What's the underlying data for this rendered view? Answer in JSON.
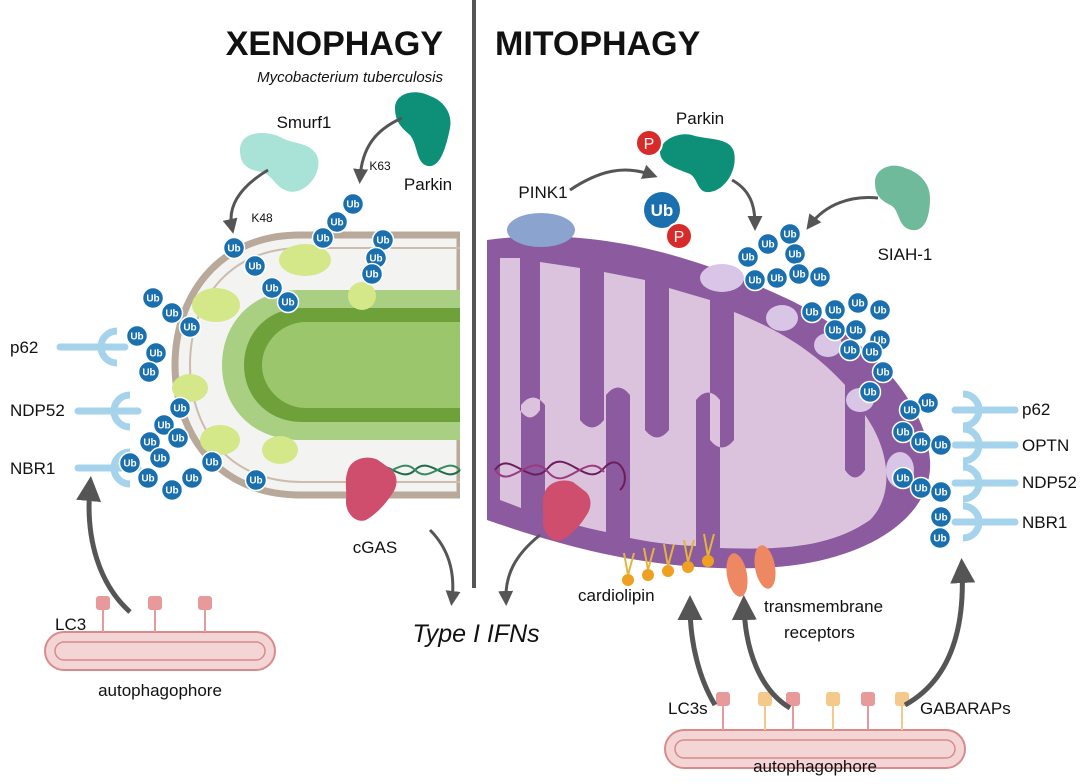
{
  "labels": {
    "xenophagy": "XENOPHAGY",
    "mycobacterium": "Mycobacterium tuberculosis",
    "mitophagy": "MITOPHAGY",
    "smurf1": "Smurf1",
    "parkin_left": "Parkin",
    "k48": "K48",
    "k63": "K63",
    "p62_left": "p62",
    "ndp52_left": "NDP52",
    "nbr1_left": "NBR1",
    "cgas": "cGAS",
    "lc3_left": "LC3",
    "autophagophore_left": "autophagophore",
    "type1_ifns": "Type I IFNs",
    "pink1": "PINK1",
    "parkin_right": "Parkin",
    "siah1": "SIAH-1",
    "p62_right": "p62",
    "optn": "OPTN",
    "ndp52_right": "NDP52",
    "nbr1_right": "NBR1",
    "cardiolipin": "cardiolipin",
    "transmembrane_1": "transmembrane",
    "transmembrane_2": "receptors",
    "lc3s": "LC3s",
    "gabaraps": "GABARAPs",
    "autophagophore_right": "autophagophore",
    "ub": "Ub",
    "p": "P"
  },
  "colors": {
    "ubiquitin": "#1a6fae",
    "parkin": "#0e8f78",
    "smurf1": "#a9e2d6",
    "siah1": "#6fba9a",
    "pink1": "#8aa3cf",
    "phospho": "#d92a2a",
    "cgas": "#cf4e6e",
    "mito_outer": "#8b5a9f",
    "mito_inner": "#dcc3dd",
    "receptor_light_blue": "#a6d3ec",
    "bacterium_green": "#7db04b",
    "autophagophore_pink": "#f4d5d5",
    "lc3_pink": "#e89a9a",
    "gabarap_yellow": "#f4c98a"
  }
}
